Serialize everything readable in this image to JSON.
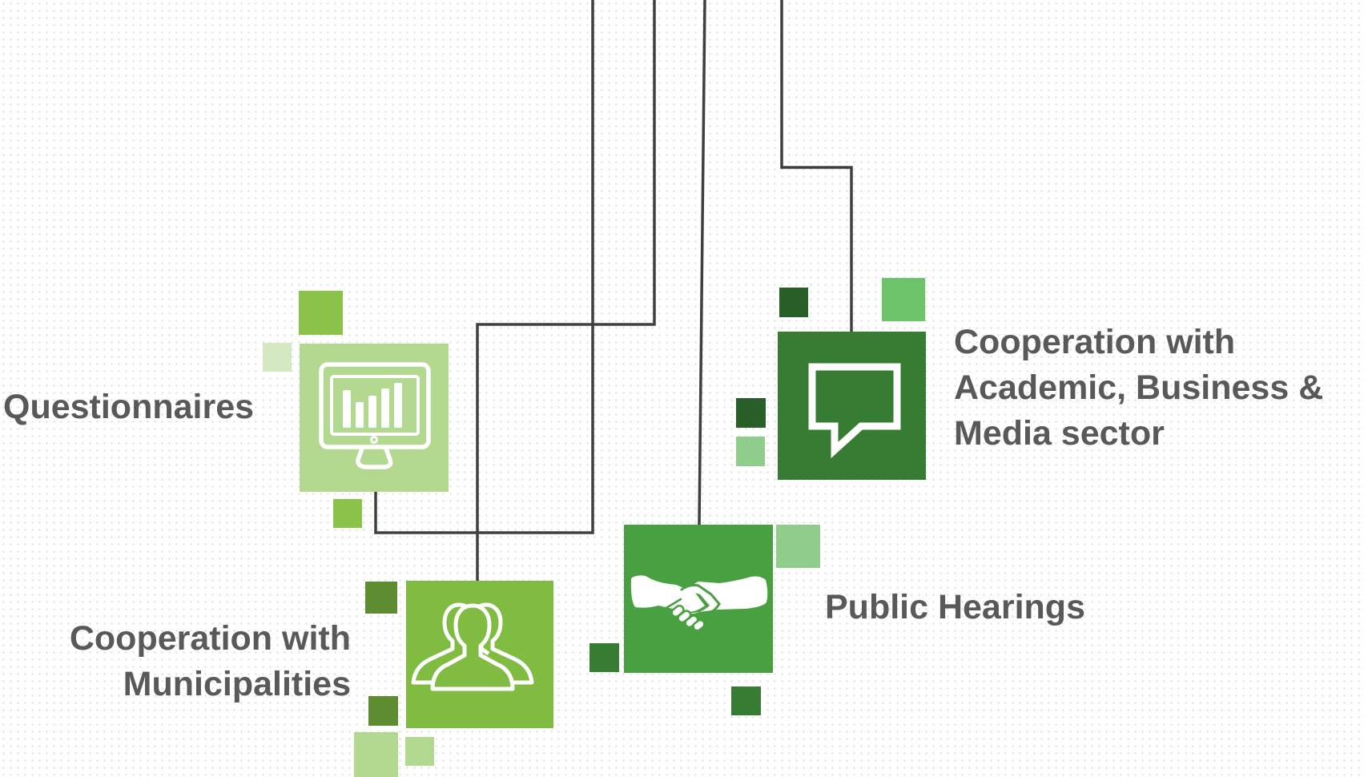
{
  "labels": {
    "questionnaires": "Questionnaires",
    "municipalities": [
      "Cooperation with",
      "Municipalities"
    ],
    "public_hearings": "Public Hearings",
    "academic": [
      "Cooperation with",
      "Academic, Business &",
      "Media sector"
    ]
  },
  "icons": {
    "questionnaires": "monitor-bar-chart-icon",
    "municipalities": "user-group-icon",
    "public_hearings": "handshake-icon",
    "academic": "speech-bubble-icon"
  },
  "colors": {
    "connector": "#3f3f3f",
    "label_text": "#595959",
    "questionnaires_tile": "#b3d88f",
    "municipalities_tile": "#80bb42",
    "public_hearings_tile": "#48a041",
    "academic_tile": "#367c32",
    "icon_white": "#ffffff"
  }
}
